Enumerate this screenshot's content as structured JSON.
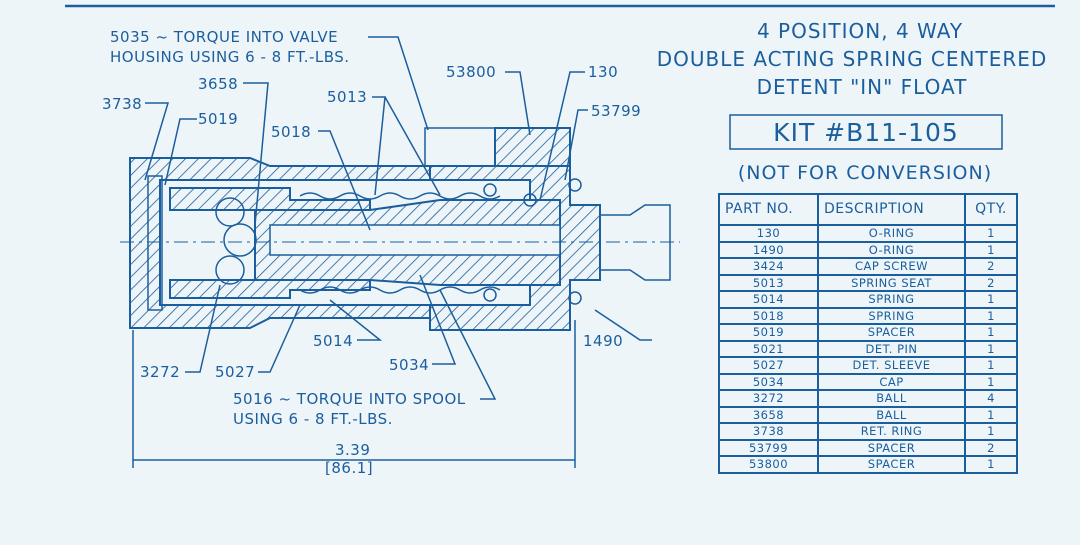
{
  "title": {
    "line1": "4 POSITION, 4 WAY",
    "line2": "DOUBLE ACTING SPRING CENTERED",
    "line3": "DETENT \"IN\" FLOAT"
  },
  "kit": "KIT #B11-105",
  "note": "(NOT FOR CONVERSION)",
  "callouts": {
    "c5035a": "5035 ~ TORQUE INTO VALVE",
    "c5035b": "HOUSING USING 6 - 8 FT.-LBS.",
    "c3658": "3658",
    "c3738": "3738",
    "c5019": "5019",
    "c5013": "5013",
    "c5018": "5018",
    "c53800": "53800",
    "c130": "130",
    "c53799": "53799",
    "c1490": "1490",
    "c5014": "5014",
    "c5034": "5034",
    "c3272": "3272",
    "c5027": "5027",
    "c5016a": "5016 ~ TORQUE INTO SPOOL",
    "c5016b": "USING 6 - 8 FT.-LBS.",
    "dim_in": "3.39",
    "dim_mm": "[86.1]"
  },
  "table": {
    "headers": [
      "PART NO.",
      "DESCRIPTION",
      "QTY."
    ],
    "rows": [
      [
        "130",
        "O-RING",
        "1"
      ],
      [
        "1490",
        "O-RING",
        "1"
      ],
      [
        "3424",
        "CAP SCREW",
        "2"
      ],
      [
        "5013",
        "SPRING SEAT",
        "2"
      ],
      [
        "5014",
        "SPRING",
        "1"
      ],
      [
        "5018",
        "SPRING",
        "1"
      ],
      [
        "5019",
        "SPACER",
        "1"
      ],
      [
        "5021",
        "DET. PIN",
        "1"
      ],
      [
        "5027",
        "DET. SLEEVE",
        "1"
      ],
      [
        "5034",
        "CAP",
        "1"
      ],
      [
        "3272",
        "BALL",
        "4"
      ],
      [
        "3658",
        "BALL",
        "1"
      ],
      [
        "3738",
        "RET. RING",
        "1"
      ],
      [
        "53799",
        "SPACER",
        "2"
      ],
      [
        "53800",
        "SPACER",
        "1"
      ]
    ]
  },
  "colors": {
    "line": "#1b5e9e",
    "background": "#eef5f9"
  }
}
